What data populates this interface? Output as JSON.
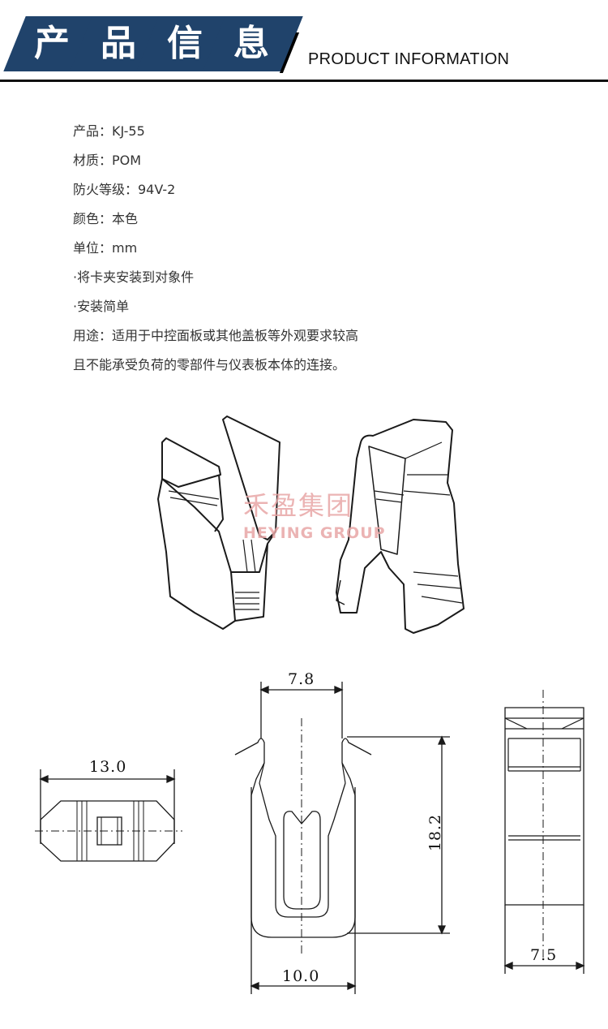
{
  "header": {
    "title_chars": [
      "产",
      "品",
      "信",
      "息"
    ],
    "subtitle": "PRODUCT INFORMATION",
    "tile_color": "#20436b"
  },
  "specs": [
    "产品：KJ-55",
    "材质：POM",
    "防火等级：94V-2",
    "颜色：本色",
    "单位：mm",
    "·将卡夹安装到对象件",
    "·安装简单",
    "用途：适用于中控面板或其他盖板等外观要求较高",
    "且不能承受负荷的零部件与仪表板本体的连接。"
  ],
  "watermark": {
    "name_cn": "禾盈集团",
    "name_en": "HEYING GROUP"
  },
  "dimensions": {
    "top_view_width": "13.0",
    "front_top_width": "7.8",
    "front_height": "18.2",
    "front_bottom_width": "10.0",
    "side_width": "7.5"
  }
}
